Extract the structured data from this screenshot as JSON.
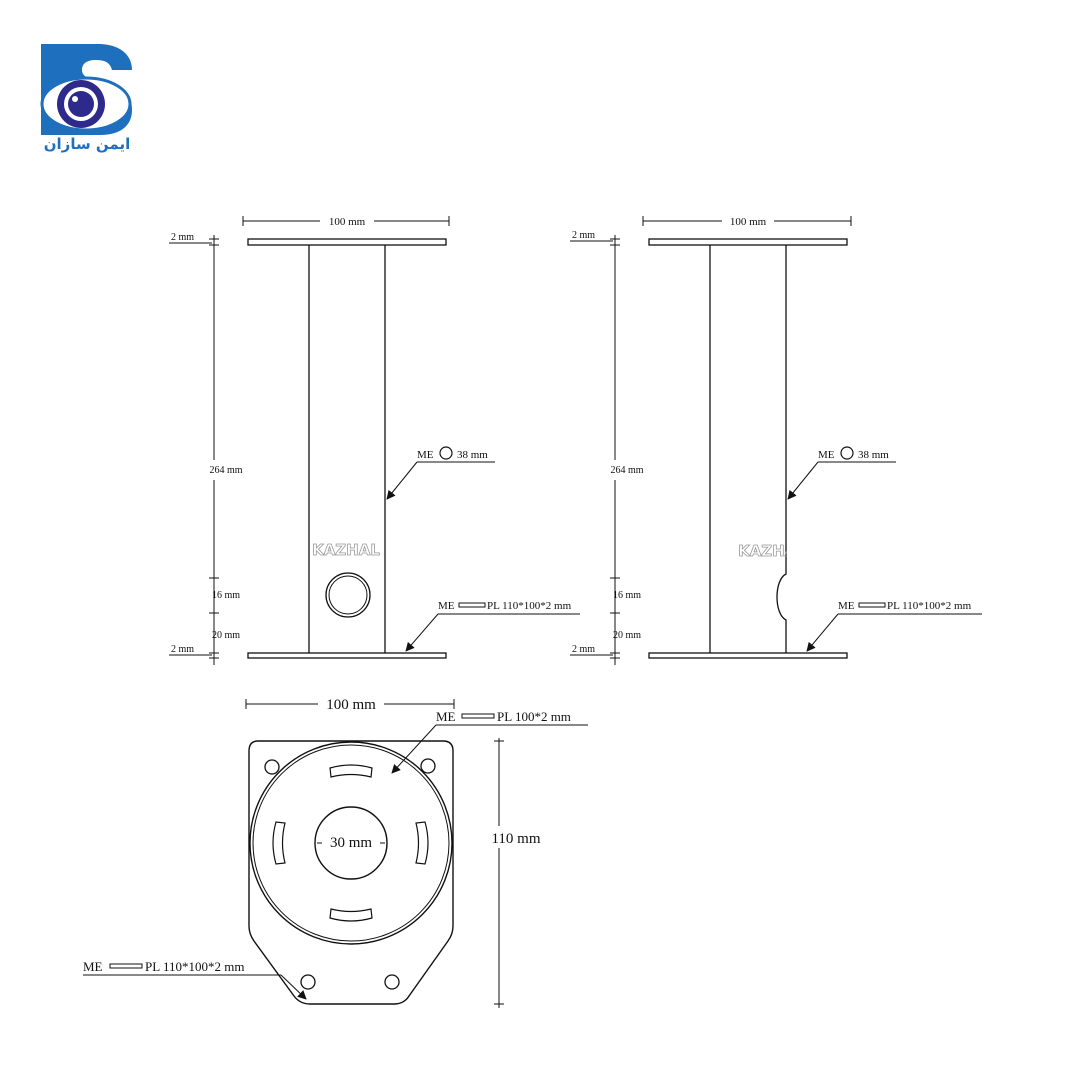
{
  "logo": {
    "text": "ایمن سازان",
    "primary_color": "#1f6fbf",
    "eye_color": "#2e2a8c"
  },
  "watermark": "KAZHAL",
  "front_view": {
    "width_label": "100 mm",
    "top_plate_label": "2 mm",
    "height_label": "264 mm",
    "hole_label": "16 mm",
    "base_gap_label": "20 mm",
    "bottom_plate_label": "2 mm",
    "pipe_callout_prefix": "ME",
    "pipe_callout": "38 mm",
    "plate_callout_prefix": "ME",
    "plate_callout": "PL 110*100*2 mm"
  },
  "side_view": {
    "width_label": "100 mm",
    "top_plate_label": "2 mm",
    "height_label": "264 mm",
    "hole_label": "16 mm",
    "base_gap_label": "20 mm",
    "bottom_plate_label": "2 mm",
    "pipe_callout_prefix": "ME",
    "pipe_callout": "38 mm",
    "plate_callout_prefix": "ME",
    "plate_callout": "PL 110*100*2 mm"
  },
  "top_view": {
    "width_label": "100 mm",
    "height_label": "110 mm",
    "center_hole_label": "30 mm",
    "top_callout_prefix": "ME",
    "top_callout": "PL 100*2 mm",
    "bottom_callout_prefix": "ME",
    "bottom_callout": "PL 110*100*2 mm"
  }
}
